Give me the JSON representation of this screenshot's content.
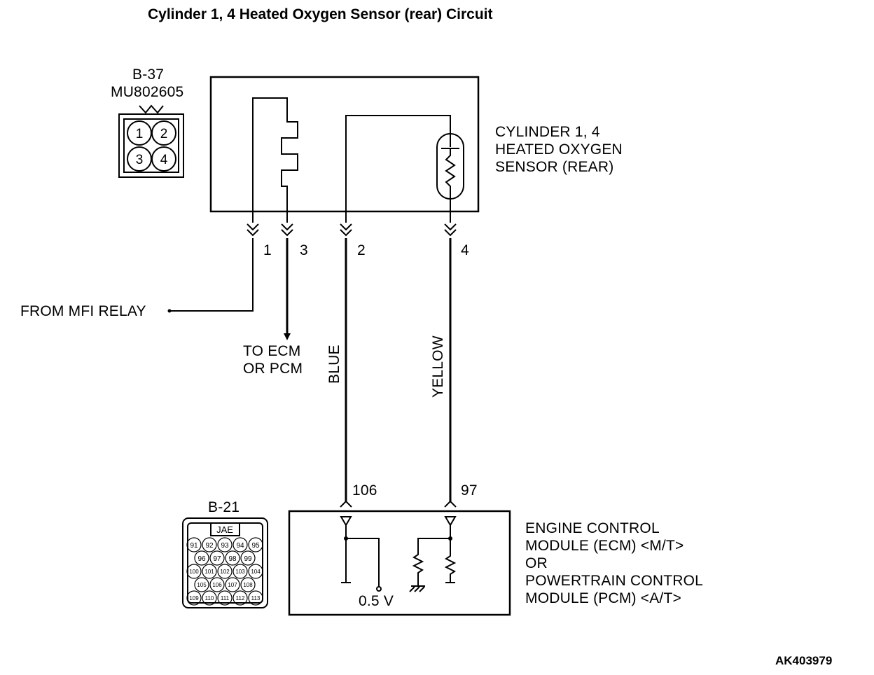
{
  "title": "Cylinder 1, 4 Heated Oxygen Sensor (rear) Circuit",
  "connector_b37": {
    "name": "B-37",
    "part_number": "MU802605",
    "pins": [
      "1",
      "2",
      "3",
      "4"
    ]
  },
  "sensor": {
    "label_lines": [
      "CYLINDER 1, 4",
      "HEATED OXYGEN",
      "SENSOR (REAR)"
    ]
  },
  "sensor_pins": [
    "1",
    "3",
    "2",
    "4"
  ],
  "wires": {
    "from_mfi_relay": "FROM MFI RELAY",
    "to_ecm_lines": [
      "TO ECM",
      "OR PCM"
    ],
    "blue": "BLUE",
    "yellow": "YELLOW"
  },
  "ecm_pins": [
    "106",
    "97"
  ],
  "connector_b21": {
    "name": "B-21",
    "maker": "JAE",
    "pins": {
      "row1": [
        "91",
        "92",
        "93",
        "94",
        "95"
      ],
      "row2": [
        "96",
        "97",
        "98",
        "99"
      ],
      "row3": [
        "100",
        "101",
        "102",
        "103",
        "104"
      ],
      "row4": [
        "105",
        "106",
        "107",
        "108"
      ],
      "row5": [
        "109",
        "110",
        "111",
        "112",
        "113"
      ]
    }
  },
  "ecm": {
    "voltage": "0.5 V",
    "label_lines": [
      "ENGINE CONTROL",
      "MODULE (ECM) <M/T>",
      "OR",
      "POWERTRAIN CONTROL",
      "MODULE (PCM) <A/T>"
    ]
  },
  "figure_code": "AK403979"
}
